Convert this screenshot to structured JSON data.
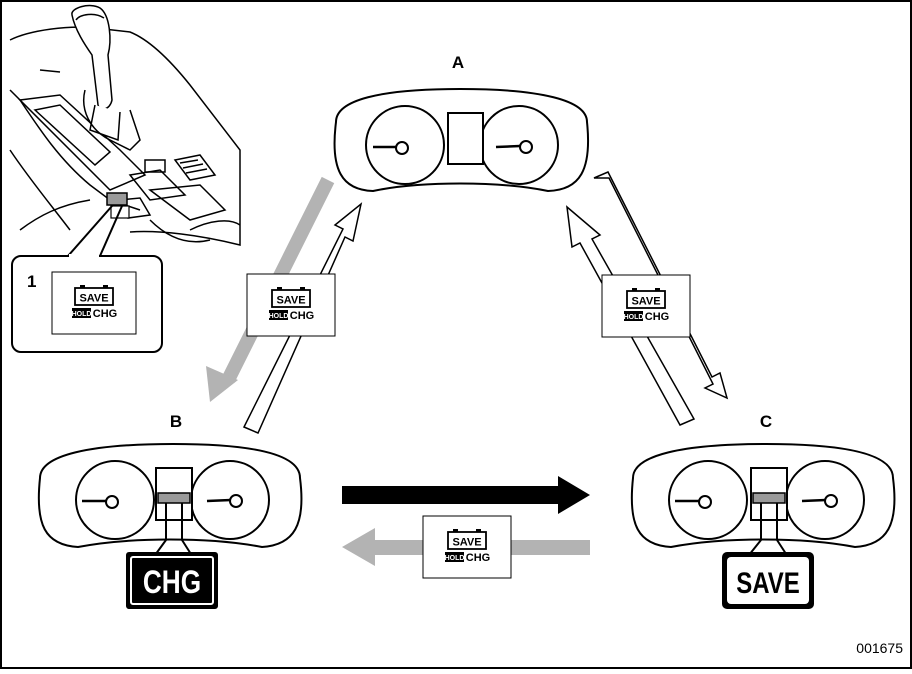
{
  "labels": {
    "a": "A",
    "b": "B",
    "c": "C",
    "callout_number": "1",
    "figure_id": "001675"
  },
  "switch": {
    "save": "SAVE",
    "hold": "HOLD",
    "chg": "CHG"
  },
  "displays": {
    "chg": "CHG",
    "save": "SAVE"
  }
}
